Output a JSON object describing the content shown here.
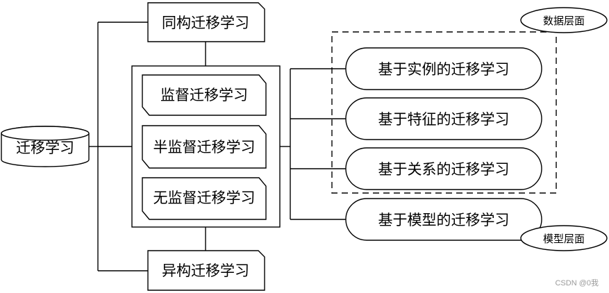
{
  "root": {
    "label": "迁移学习"
  },
  "branches": {
    "homogeneous": "同构迁移学习",
    "heterogeneous": "异构迁移学习"
  },
  "learning_types": [
    "监督迁移学习",
    "半监督迁移学习",
    "无监督迁移学习"
  ],
  "methods": [
    "基于实例的迁移学习",
    "基于特征的迁移学习",
    "基于关系的迁移学习",
    "基于模型的迁移学习"
  ],
  "levels": {
    "data": "数据层面",
    "model": "模型层面"
  },
  "watermark": "CSDN @0我"
}
